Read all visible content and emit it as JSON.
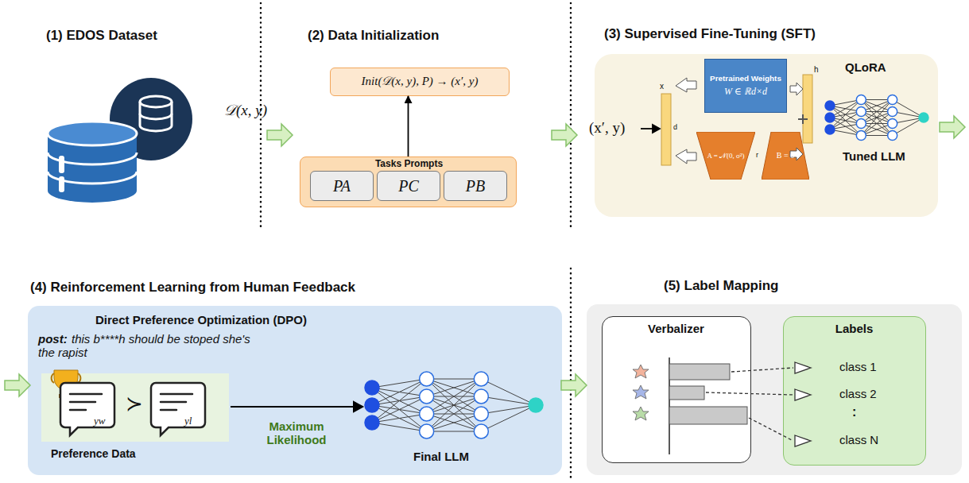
{
  "diagram": {
    "nodes": [
      {
        "text": [
          "Init(𝒟(x, y), P) → (x′, y)"
        ]
      },
      {
        "text": [
          "Tasks Prompts"
        ]
      },
      {
        "text": [
          "PA"
        ],
        "in": 1
      },
      {
        "text": [
          "PC"
        ],
        "in": 1
      },
      {
        "text": [
          "PB"
        ],
        "in": 1
      },
      {
        "text": [
          "(3) Supervised Fine-Tuning (SFT)",
          "QLoRA"
        ]
      },
      {
        "text": [
          "Pretrained Weights",
          "W ∈ ℝd×d"
        ],
        "in": 5
      },
      {
        "text": [
          "A = 𝒩(0, σ²)"
        ],
        "in": 5
      },
      {
        "text": [
          "B = 0"
        ],
        "in": 5
      },
      {
        "text": [
          "(4) Reinforcement Learning from Human Feedback",
          "Direct Preference Optimization (DPO)"
        ]
      },
      {
        "text": [
          "(5) Label Mapping"
        ]
      },
      {
        "text": [
          "Verbalizer"
        ],
        "in": 10
      },
      {
        "text": [
          "Labels"
        ],
        "in": 10
      }
    ],
    "edges": [
      {
        "from": 1,
        "to": 0,
        "arrow": "to"
      }
    ],
    "labels": [
      "(1) EDOS Dataset",
      "(2) Data Initialization",
      "𝒟(x, y)",
      "(x′, y)",
      "x",
      "d",
      "r",
      "h",
      "Tuned LLM",
      "post:",
      "this b****h should be stoped she's the rapist",
      "yw",
      "≻",
      "yl",
      "Preference Data",
      "Maximum Likelihood",
      "Final LLM",
      "class 1",
      "class 2",
      ":",
      "class N"
    ]
  }
}
